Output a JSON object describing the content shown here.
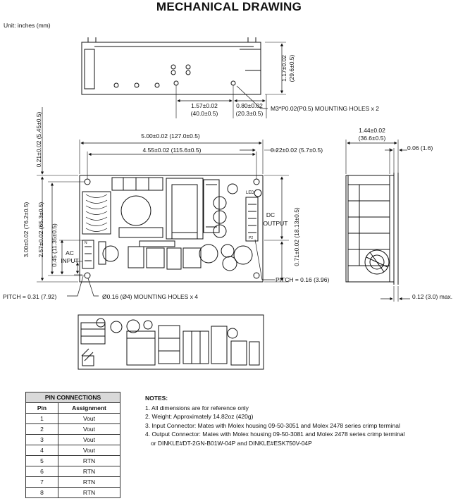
{
  "title": "MECHANICAL DRAWING",
  "unit": "Unit: inches (mm)",
  "top_view": {
    "height_a": "1.17±0.02",
    "height_b": "(29.6±0.5)",
    "dim1_a": "1.57±0.02",
    "dim1_b": "(40.0±0.5)",
    "dim2_a": "0.80±0.02",
    "dim2_b": "(20.3±0.5)",
    "mounting_note": "M3*P0.02(P0.5) MOUNTING HOLES x 2"
  },
  "front_view": {
    "width_total": "5.00±0.02 (127.0±0.5)",
    "width_inner": "4.55±0.02 (115.6±0.5)",
    "right_offset": "0.22±0.02 (5.7±0.5)",
    "top_offset": "0.21±0.02 (5.45±0.5)",
    "height_total": "3.00±0.02 (76.2±0.5)",
    "height_inner": "2.57±0.02 (65.3±0.5)",
    "ac_offset": "0.45 (11.35±0.5)",
    "ac_label_1": "AC",
    "ac_label_2": "INPUT",
    "dc_label_1": "DC",
    "dc_label_2": "OUTPUT",
    "dc_offset": "0.71±0.02 (18.13±0.5)",
    "led_label": "LED",
    "pitch_left": "PITCH = 0.31 (7.92)",
    "pitch_right": "PITCH = 0.16 (3.96)",
    "holes_note": "Ø0.16 (Ø4) MOUNTING HOLES x 4"
  },
  "side_view": {
    "depth_a": "1.44±0.02",
    "depth_b": "(36.6±0.5)",
    "thickness": "0.06 (1.6)",
    "max_label": "0.12 (3.0) max."
  },
  "pin_table": {
    "caption": "PIN CONNECTIONS",
    "col_pin": "Pin",
    "col_assignment": "Assignment",
    "rows": [
      {
        "pin": "1",
        "assignment": "Vout"
      },
      {
        "pin": "2",
        "assignment": "Vout"
      },
      {
        "pin": "3",
        "assignment": "Vout"
      },
      {
        "pin": "4",
        "assignment": "Vout"
      },
      {
        "pin": "5",
        "assignment": "RTN"
      },
      {
        "pin": "6",
        "assignment": "RTN"
      },
      {
        "pin": "7",
        "assignment": "RTN"
      },
      {
        "pin": "8",
        "assignment": "RTN"
      }
    ]
  },
  "notes": {
    "title": "NOTES:",
    "n1": "1. All dimensions are for reference only",
    "n2": "2. Weight: Approximately 14.82oz (420g)",
    "n3": "3. Input Connector: Mates with Molex housing 09-50-3051 and Molex 2478 series crimp terminal",
    "n4a": "4. Output Connector: Mates with Molex housing 09-50-3081 and Molex 2478 series crimp terminal",
    "n4b": "or DINKLE#DT-2GN-B01W-04P and DINKLE#ESK750V-04P"
  }
}
